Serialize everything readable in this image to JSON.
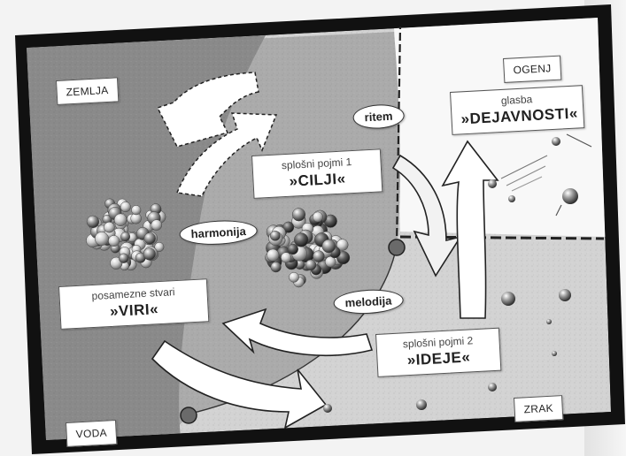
{
  "elements": {
    "zemlja": "ZEMLJA",
    "ogenj": "OGENJ",
    "voda": "VODA",
    "zrak": "ZRAK"
  },
  "boxes": {
    "viri": {
      "top": "posamezne stvari",
      "main": "»VIRI«"
    },
    "cilji": {
      "top": "splošni pojmi 1",
      "main": "»CILJI«"
    },
    "dejavnosti": {
      "top": "glasba",
      "main": "»DEJAVNOSTI«"
    },
    "ideje": {
      "top": "splošni pojmi 2",
      "main": "»IDEJE«"
    }
  },
  "relations": {
    "harmonija": "harmonija",
    "ritem": "ritem",
    "melodija": "melodija"
  },
  "colors": {
    "frame": "#111111",
    "earth": "#8c8c8c",
    "water": "#a9a9a9",
    "air": "#d2d2d2",
    "fire": "#f7f7f7",
    "arrow": "#ffffff"
  }
}
